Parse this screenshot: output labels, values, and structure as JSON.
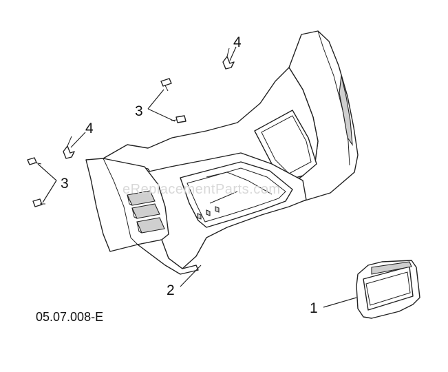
{
  "diagram": {
    "drawing_code": "05.07.008-E",
    "watermark": "eReplacementParts.com",
    "callouts": [
      {
        "id": "callout-1",
        "label": "1"
      },
      {
        "id": "callout-2",
        "label": "2"
      },
      {
        "id": "callout-3-upper",
        "label": "3"
      },
      {
        "id": "callout-3-lower",
        "label": "3"
      },
      {
        "id": "callout-4-upper",
        "label": "4"
      },
      {
        "id": "callout-4-lower",
        "label": "4"
      }
    ]
  }
}
